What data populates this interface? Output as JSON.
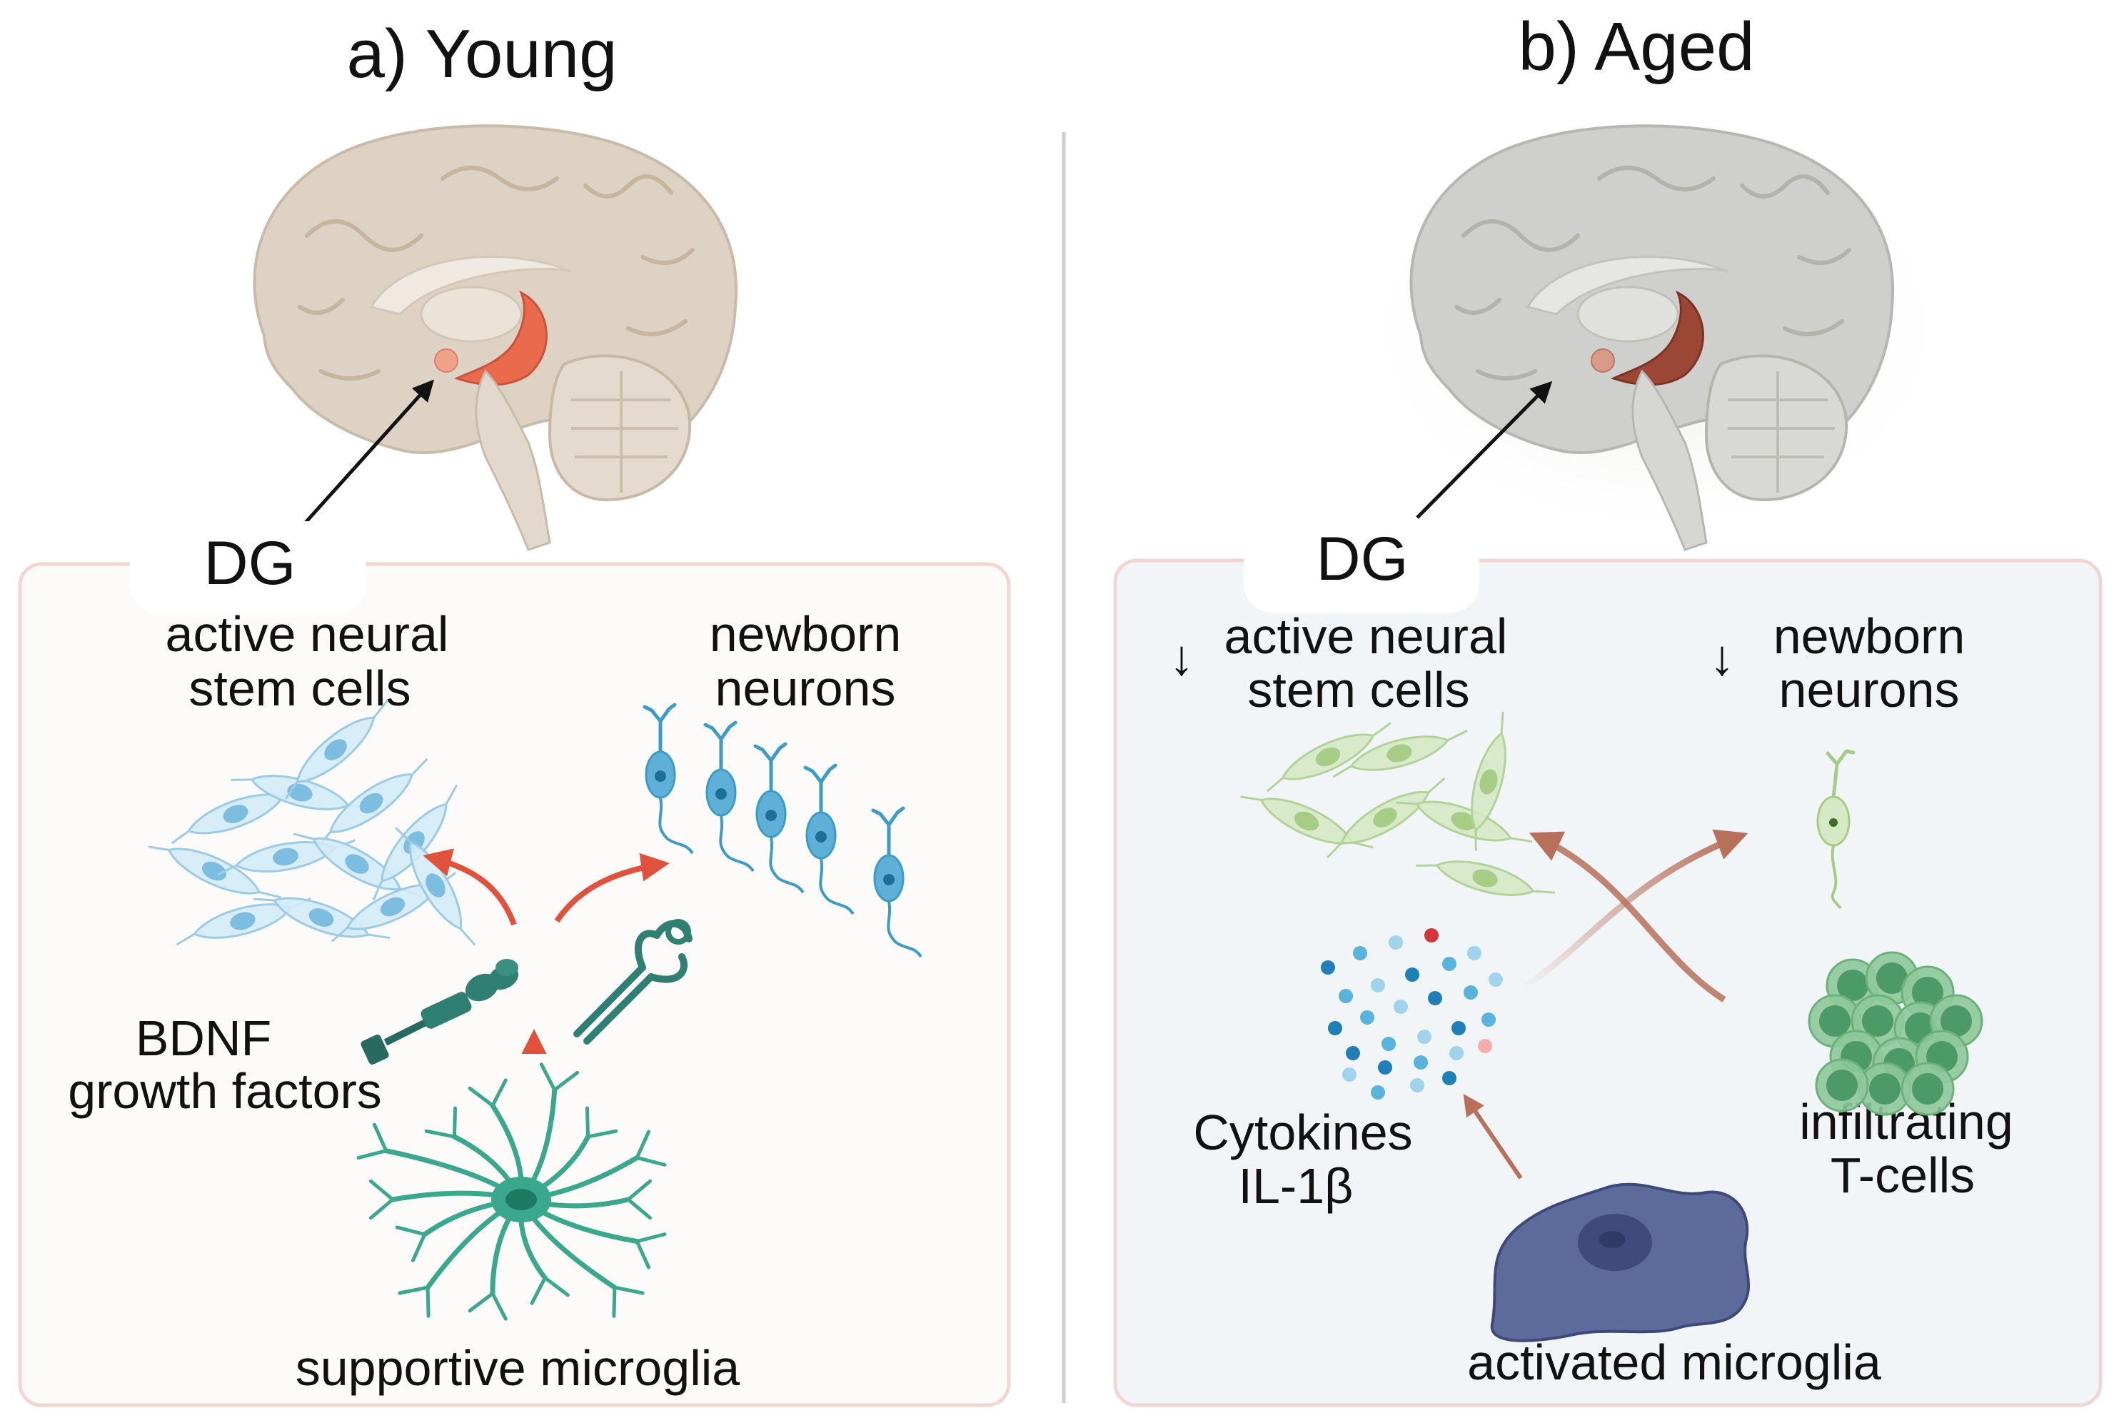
{
  "panels": {
    "young": {
      "title": "a) Young",
      "region": "DG",
      "stem_cells": {
        "line1": "active neural",
        "line2": "stem cells"
      },
      "neurons": {
        "line1": "newborn",
        "line2": "neurons"
      },
      "factors": {
        "line1": "BDNF",
        "line2": "growth factors"
      },
      "microglia": "supportive microglia"
    },
    "aged": {
      "title": "b) Aged",
      "region": "DG",
      "stem_cells": {
        "line1": "active neural",
        "line2": "stem cells"
      },
      "neurons": {
        "line1": "newborn",
        "line2": "neurons"
      },
      "cytokines": {
        "line1": "Cytokines",
        "line2": "IL-1β"
      },
      "tcells": {
        "line1": "infiltrating",
        "line2": "T-cells"
      },
      "microglia": "activated microglia",
      "decrease_symbol": "↓"
    }
  },
  "colors": {
    "young_arrow": "#e0523c",
    "aged_arrow": "#b8705a",
    "young_panel_bg": "#fdfafa",
    "aged_panel_bg": "#f2f5f8",
    "panel_border": "#f1d6d2",
    "young_stem_cells": "#a9d6ee",
    "neuron_blue": "#3c9cc8",
    "aged_cells": "#c2dfa8",
    "young_microglia": "#3aa88c",
    "factor_green": "#266a60",
    "tcell_green": "#4c9a66",
    "activated_microglia": "#5c6a9c",
    "hippocampus_young": "#e96a4c",
    "hippocampus_aged": "#9c4636",
    "brain_young": "#ddd2c4",
    "brain_aged": "#cfcfcd"
  }
}
